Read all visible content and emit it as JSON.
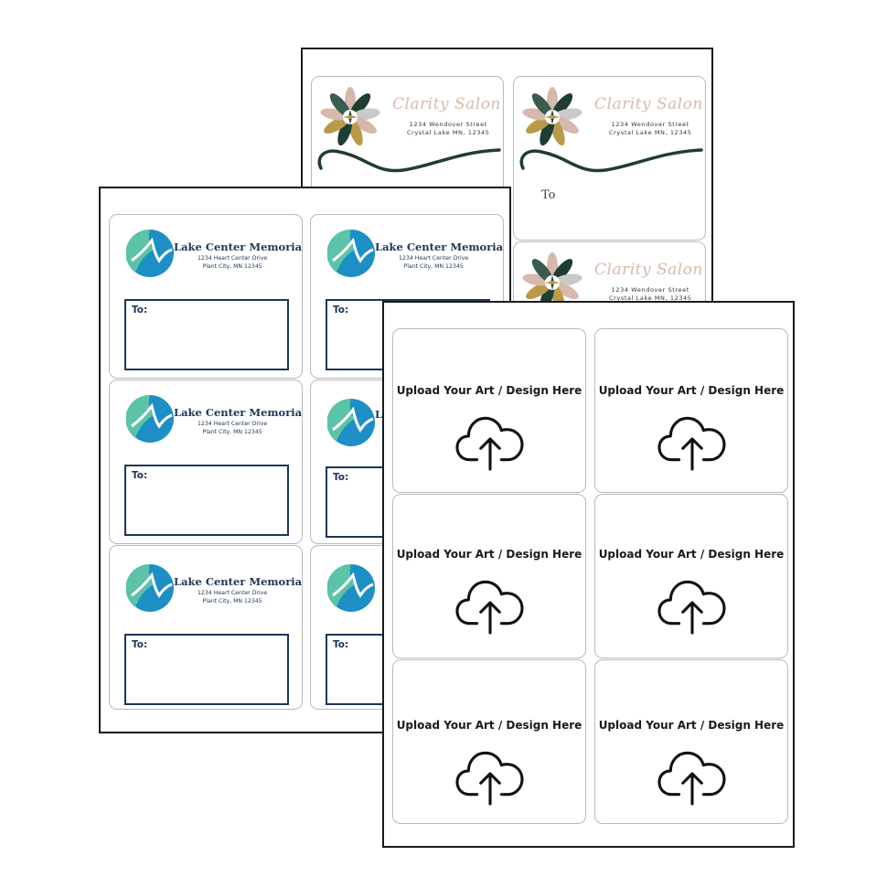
{
  "salon_sheet": {
    "labels": [
      {
        "name": "Clarity Salon + Spa",
        "address_line1": "1234 Wendover Street",
        "address_line2": "Crystal Lake MN, 12345",
        "to": ""
      },
      {
        "name": "Clarity Salon + Spa",
        "address_line1": "1234 Wendover Street",
        "address_line2": "Crystal Lake MN, 12345",
        "to": "To"
      },
      {
        "name": "Clarity Salon + Spa",
        "address_line1": "1234 Wendover Street",
        "address_line2": "Crystal Lake MN, 12345",
        "to": ""
      }
    ]
  },
  "lake_sheet": {
    "labels": [
      {
        "title": "Lake Center Memorial",
        "address_line1": "1234 Heart Center Drive",
        "address_line2": "Plant City, MN 12345",
        "to": "To:"
      },
      {
        "title": "Lake Center Memorial",
        "address_line1": "1234 Heart Center Drive",
        "address_line2": "Plant City, MN 12345",
        "to": "To:"
      },
      {
        "title": "Lake Center Memorial",
        "address_line1": "1234 Heart Center Drive",
        "address_line2": "Plant City, MN 12345",
        "to": "To:"
      },
      {
        "title": "La",
        "address_line1": "",
        "address_line2": "",
        "to": "To:"
      },
      {
        "title": "Lake Center Memorial",
        "address_line1": "1234 Heart Center Drive",
        "address_line2": "Plant City, MN 12345",
        "to": "To:"
      },
      {
        "title": "",
        "address_line1": "",
        "address_line2": "",
        "to": "To:"
      }
    ]
  },
  "upload_sheet": {
    "labels": [
      {
        "text": "Upload Your Art / Design Here",
        "icon": "cloud-upload-icon"
      },
      {
        "text": "Upload Your Art / Design Here",
        "icon": "cloud-upload-icon"
      },
      {
        "text": "Upload Your Art / Design Here",
        "icon": "cloud-upload-icon"
      },
      {
        "text": "Upload Your Art / Design Here",
        "icon": "cloud-upload-icon"
      },
      {
        "text": "Upload Your Art / Design Here",
        "icon": "cloud-upload-icon"
      },
      {
        "text": "Upload Your Art / Design Here",
        "icon": "cloud-upload-icon"
      }
    ]
  },
  "colors": {
    "lake_navy": "#1d3557",
    "lake_teal": "#5cc2a8",
    "lake_blue": "#1e8fc4",
    "salon_pink": "#d7b8ad",
    "salon_green": "#1f3d33",
    "salon_gold": "#b89a4a"
  }
}
